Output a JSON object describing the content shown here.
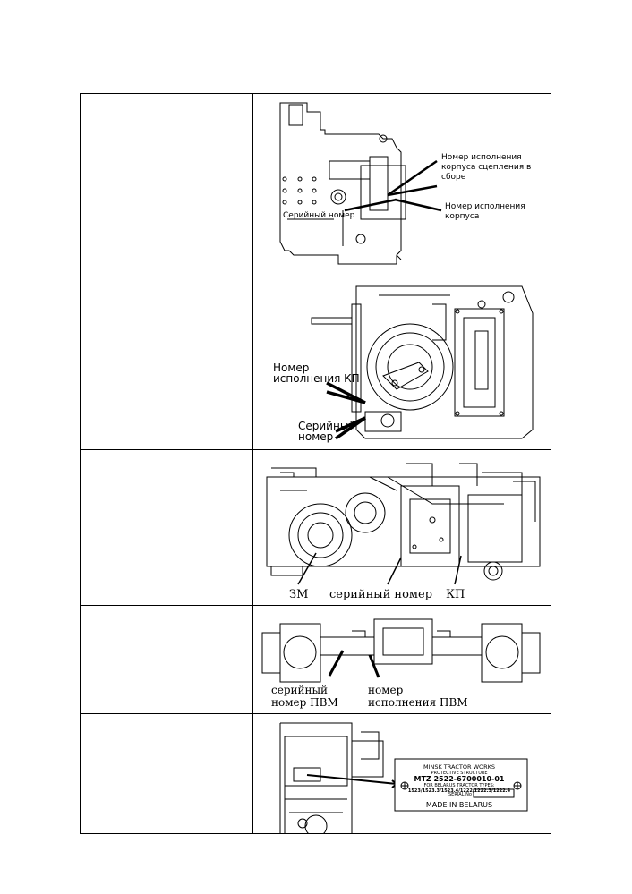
{
  "rows": [
    {
      "labels": [
        "Номер исполнения",
        "корпуса сцепления в",
        "сборе",
        "Номер исполнения",
        "корпуса",
        "Серийный номер"
      ]
    },
    {
      "labels": [
        "Номер",
        "исполнения КП",
        "Серийный",
        "номер"
      ]
    },
    {
      "labels": [
        "ЗМ",
        "серийный номер",
        "КП"
      ]
    },
    {
      "labels": [
        "серийный",
        "номер ПВМ",
        "номер",
        "исполнения ПВМ"
      ]
    },
    {
      "plate": {
        "line1": "MINSK TRACTOR WORKS",
        "line2": "PROTECTIVE STRUCTURE",
        "line3": "MTZ 2522-6700010-01",
        "line4": "FOR BELARUS TRACTOR TYPES:",
        "line5": "1523/1523.3/1523.4/1222/1222.3/1222.4",
        "serial_label": "SERIAL No",
        "line7": "MADE IN BELARUS"
      }
    }
  ]
}
